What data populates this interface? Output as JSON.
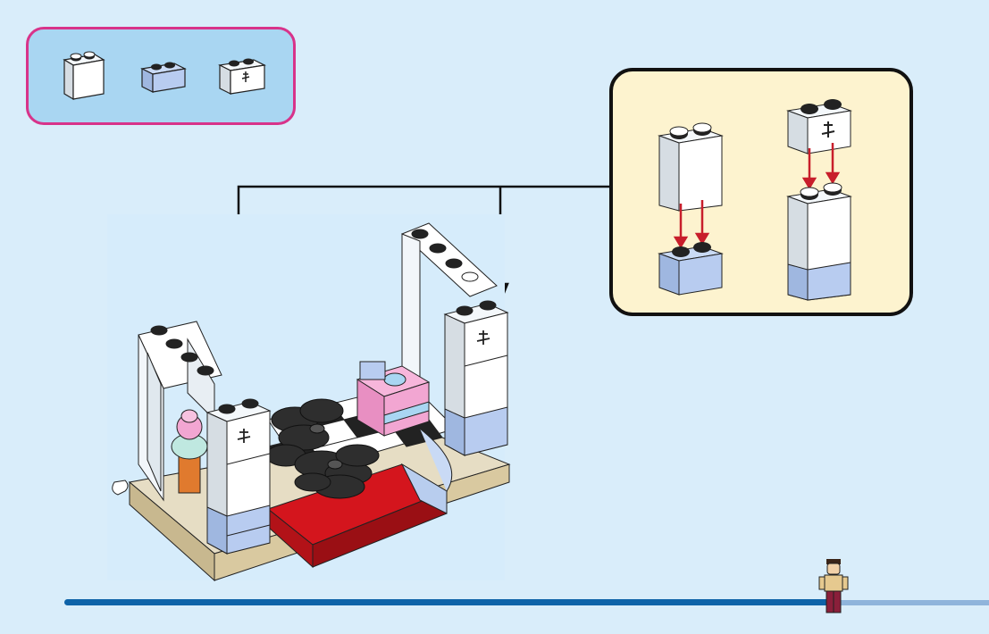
{
  "page": {
    "background": "#d9edfa"
  },
  "parts_panel": {
    "border_color": "#d8338a",
    "background": "#a9d6f2",
    "items": [
      {
        "name": "white-1x2-brick"
      },
      {
        "name": "light-blue-1x2-brick"
      },
      {
        "name": "white-1x2-brick-printed"
      }
    ]
  },
  "callout": {
    "background": "#fdf3cf",
    "border_color": "#111111",
    "arrow_color": "#c81e2b"
  },
  "model": {
    "name": "pastry-shop-stage"
  },
  "progress": {
    "bar_color": "#0e63a8",
    "tail_color": "#8fb4db"
  }
}
